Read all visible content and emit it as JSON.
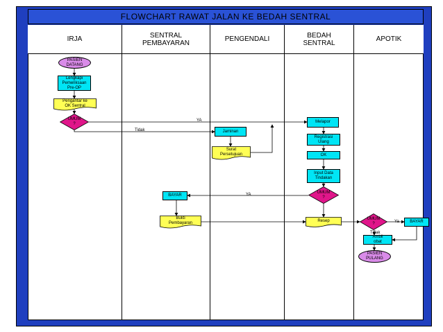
{
  "title": "FLOWCHART  RAWAT JALAN KE BEDAH SENTRAL",
  "lanes": [
    "IRJA",
    "SENTRAL\nPEMBAYARAN",
    "PENGENDALI",
    "BEDAH\nSENTRAL",
    "APOTIK"
  ],
  "nodes": {
    "pasien_datang": "PASIEN\nDATANG",
    "lengkapi": "Lengkapi\nPemeriksaan\nPre-OP",
    "pengantar": "Pengantar ke\nOK Sentral",
    "umum1": "UMUM\n?",
    "jaminan": "Jaminan",
    "surat": "Surat\nPersetujuan",
    "melapor": "Melapor",
    "registrasi": "Registrasi\nUlang",
    "ok": "OK",
    "input_data": "Input Data\nTindakan",
    "umum2": "UMUM\n?",
    "bayar1": "BAYAR",
    "bukti": "Bukti\nPembayaran",
    "resep": "Resep",
    "umum3": "UMUM\n?",
    "bayar2": "BAYAR",
    "ambil_obat": "Ambil\nobat",
    "pasien_pulang": "PASIEN\nPULANG"
  },
  "edge_labels": {
    "ya1": "YA",
    "tidak1": "Tidak",
    "ya2": "YA",
    "ya3": "Ya",
    "tidak3": "Tidak"
  },
  "colors": {
    "frame": "#1f3fbf",
    "process": "#00e5f5",
    "terminal": "#d98be8",
    "document": "#ffff55",
    "decision": "#e0168a"
  }
}
